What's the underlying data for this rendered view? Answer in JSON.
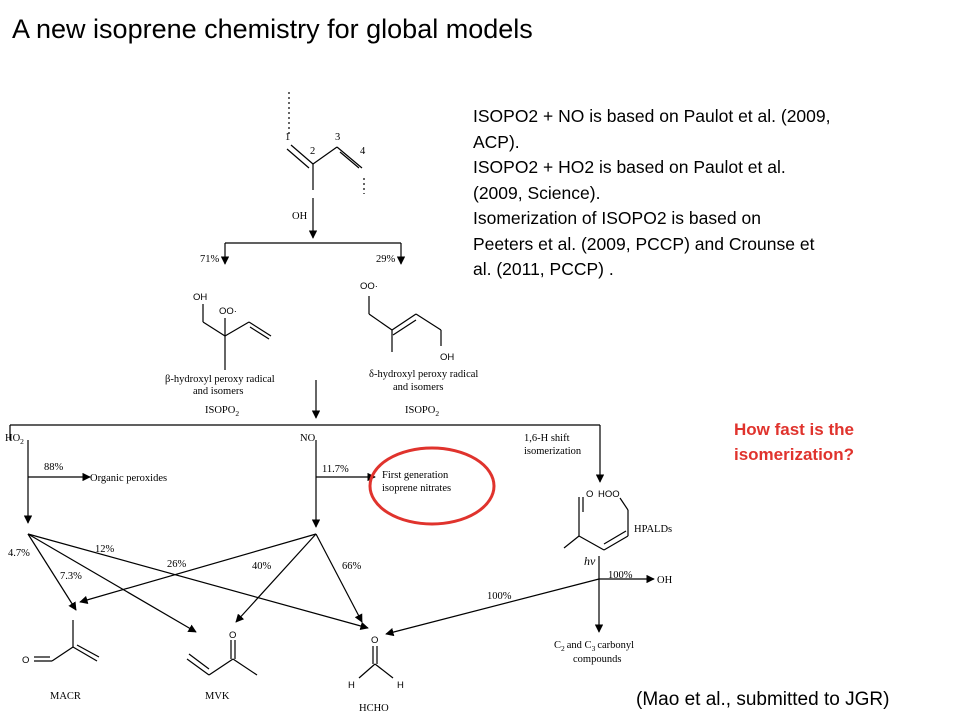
{
  "title": "A new isoprene chemistry for global models",
  "notes": [
    "ISOPO2 + NO is based on Paulot et al. (2009,",
    "ACP).",
    "ISOPO2 + HO2 is based on Paulot et al.",
    "(2009, Science).",
    "Isomerization of ISOPO2 is based on",
    "Peeters et al. (2009, PCCP) and Crounse et",
    "al. (2011, PCCP) ."
  ],
  "question": [
    "How fast is the",
    "isomerization?"
  ],
  "citation": "(Mao et al., submitted to JGR)",
  "highlight_color": "#e0332d",
  "diagram": {
    "isoprene_numbers": [
      "1",
      "2",
      "3",
      "4"
    ],
    "oh_reagent": "OH",
    "split_71": "71%",
    "split_29": "29%",
    "beta_oh": "OH",
    "beta_oo": "OO·",
    "beta_label_1": "β-hydroxyl peroxy radical",
    "beta_label_2": "and isomers",
    "beta_name": "ISOPO",
    "delta_oo": "OO·",
    "delta_oh": "OH",
    "delta_label_1": "δ-hydroxyl peroxy radical",
    "delta_label_2": "and isomers",
    "delta_name": "ISOPO",
    "subscript_2": "2",
    "ho2": "HO",
    "no": "NO",
    "shift_1": "1,6-H shift",
    "shift_2": "isomerization",
    "pct_88": "88%",
    "organic_peroxides": "Organic peroxides",
    "pct_117": "11.7%",
    "nitrates_1": "First generation",
    "nitrates_2": "isoprene nitrates",
    "hpald_o": "O",
    "hpald_hoo": "HOO",
    "hpalds": "HPALDs",
    "hv": "hν",
    "pct_100_oh": "100%",
    "oh_product": "OH",
    "pct_100_hcho": "100%",
    "carbonyl_1": "C",
    "carbonyl_and": "and C",
    "carbonyl_tail": "carbonyl",
    "carbonyl_3": "3",
    "carbonyl_2": "compounds",
    "pct_47": "4.7%",
    "pct_12": "12%",
    "pct_73": "7.3%",
    "pct_26": "26%",
    "pct_40": "40%",
    "pct_66": "66%",
    "macr_o": "O",
    "macr": "MACR",
    "mvk_o": "O",
    "mvk": "MVK",
    "hcho_o": "O",
    "hcho_h1": "H",
    "hcho_h2": "H",
    "hcho": "HCHO"
  }
}
